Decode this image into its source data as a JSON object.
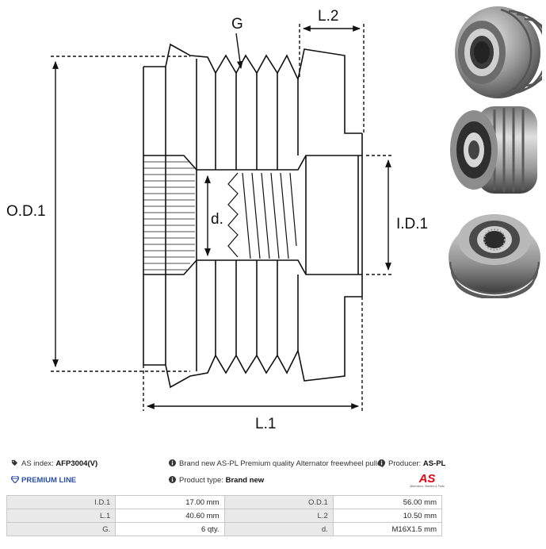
{
  "diagram": {
    "labels": {
      "g": "G",
      "l2": "L.2",
      "od1": "O.D.1",
      "d": "d.",
      "id1": "I.D.1",
      "l1": "L.1"
    }
  },
  "photos": [
    {
      "icon": "pulley-front-photo"
    },
    {
      "icon": "pulley-side-photo"
    },
    {
      "icon": "pulley-rear-photo"
    }
  ],
  "info": {
    "as_index_label": "AS index:",
    "as_index_value": "AFP3004(V)",
    "premium_line": "PREMIUM LINE",
    "description": "Brand new AS-PL Premium quality Alternator freewheel pulley",
    "producer_label": "Producer:",
    "producer_value": "AS-PL",
    "product_type_label": "Product type:",
    "product_type_value": "Brand new",
    "logo_text": "AS",
    "logo_tagline": "Alternators, Starters & Parts",
    "accent_color": "#e30613",
    "premium_color": "#2a4fa8"
  },
  "spec_table": {
    "rows": [
      [
        {
          "label": "I.D.1",
          "value": "17.00 mm"
        },
        {
          "label": "O.D.1",
          "value": "56.00 mm"
        }
      ],
      [
        {
          "label": "L.1",
          "value": "40.60 mm"
        },
        {
          "label": "L.2",
          "value": "10.50 mm"
        }
      ],
      [
        {
          "label": "G.",
          "value": "6 qty."
        },
        {
          "label": "d.",
          "value": "M16X1.5 mm"
        }
      ]
    ]
  }
}
